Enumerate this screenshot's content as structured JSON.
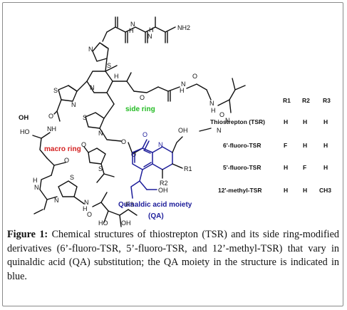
{
  "structure": {
    "labels": {
      "nh2": "NH2",
      "macro_ring": "macro ring",
      "side_ring": "side ring",
      "oh_top": "OH",
      "ho_left": "HO",
      "ho_bottom1": "HO",
      "oh_bottom2": "OH",
      "oh_qa": "OH",
      "r1": "R1",
      "r2": "R2",
      "r3": "R3",
      "qa_name": "Quinaldic acid moiety",
      "qa_abbr": "(QA)"
    },
    "colors": {
      "macro_ring": "#d42020",
      "side_ring": "#22bb22",
      "qa": "#1d1d9a"
    }
  },
  "table": {
    "headers": [
      "R1",
      "R2",
      "R3"
    ],
    "rows": [
      {
        "name": "Thiostrepton (TSR)",
        "r1": "H",
        "r2": "H",
        "r3": "H"
      },
      {
        "name": "6'-fluoro-TSR",
        "r1": "F",
        "r2": "H",
        "r3": "H"
      },
      {
        "name": "5'-fluoro-TSR",
        "r1": "H",
        "r2": "F",
        "r3": "H"
      },
      {
        "name": "12'-methyl-TSR",
        "r1": "H",
        "r2": "H",
        "r3": "CH3"
      }
    ]
  },
  "caption": {
    "label": "Figure 1:",
    "text": " Chemical structures of thiostrepton (TSR) and its side ring-modified derivatives (6’-fluoro-TSR, 5’-fluoro-TSR, and 12’-methyl-TSR) that vary in quinaldic acid (QA) substitution; the QA moiety in the structure is indicated in blue."
  }
}
